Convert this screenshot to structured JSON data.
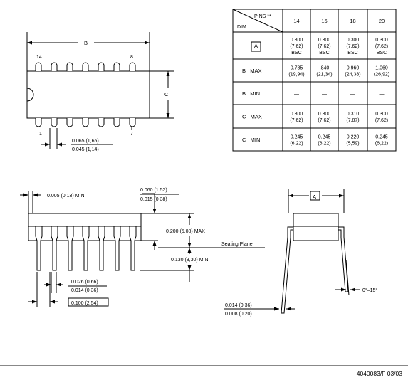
{
  "top_view": {
    "dim_b_label": "B",
    "dim_c_label": "C",
    "pin_14": "14",
    "pin_8": "8",
    "pin_1": "1",
    "pin_7": "7",
    "pin_pitch_max": "0.065 (1,65)",
    "pin_pitch_min": "0.045 (1,14)"
  },
  "table": {
    "pins_header": "PINS **",
    "dim_header": "DIM",
    "columns": [
      "14",
      "16",
      "18",
      "20"
    ],
    "rows": [
      {
        "label": "A",
        "boxed": true,
        "cells": [
          [
            "0.300",
            "(7,62)",
            "BSC"
          ],
          [
            "0.300",
            "(7,62)",
            "BSC"
          ],
          [
            "0.300",
            "(7,62)",
            "BSC"
          ],
          [
            "0.300",
            "(7,62)",
            "BSC"
          ]
        ]
      },
      {
        "label": "B   MAX",
        "boxed": false,
        "cells": [
          [
            "0.785",
            "(19,94)"
          ],
          [
            ".840",
            "(21,34)"
          ],
          [
            "0.960",
            "(24,38)"
          ],
          [
            "1.060",
            "(26,92)"
          ]
        ]
      },
      {
        "label": "B   MIN",
        "boxed": false,
        "cells": [
          [
            "—"
          ],
          [
            "—"
          ],
          [
            "—"
          ],
          [
            "—"
          ]
        ]
      },
      {
        "label": "C   MAX",
        "boxed": false,
        "cells": [
          [
            "0.300",
            "(7,62)"
          ],
          [
            "0.300",
            "(7,62)"
          ],
          [
            "0.310",
            "(7,87)"
          ],
          [
            "0.300",
            "(7,62)"
          ]
        ]
      },
      {
        "label": "C   MIN",
        "boxed": false,
        "cells": [
          [
            "0.245",
            "(6,22)"
          ],
          [
            "0.245",
            "(6,22)"
          ],
          [
            "0.220",
            "(5,59)"
          ],
          [
            "0.245",
            "(6,22)"
          ]
        ]
      }
    ]
  },
  "side_view": {
    "end_min": "0.005 (0,13) MIN",
    "standoff_max": "0.060 (1,52)",
    "standoff_min": "0.015 (0,38)",
    "height_max": "0.200 (5,08) MAX",
    "seating_plane": "Seating Plane",
    "lead_len_min": "0.130 (3,30) MIN",
    "lead_w_max": "0.026 (0,66)",
    "lead_w_min": "0.014 (0,36)",
    "lead_pitch": "0.100 (2,54)"
  },
  "end_view": {
    "dim_a_label": "A",
    "angle": "0°–15°",
    "thick_max": "0.014 (0,36)",
    "thick_min": "0.008 (0,20)"
  },
  "footer": {
    "doc_id": "4040083/F 03/03"
  }
}
